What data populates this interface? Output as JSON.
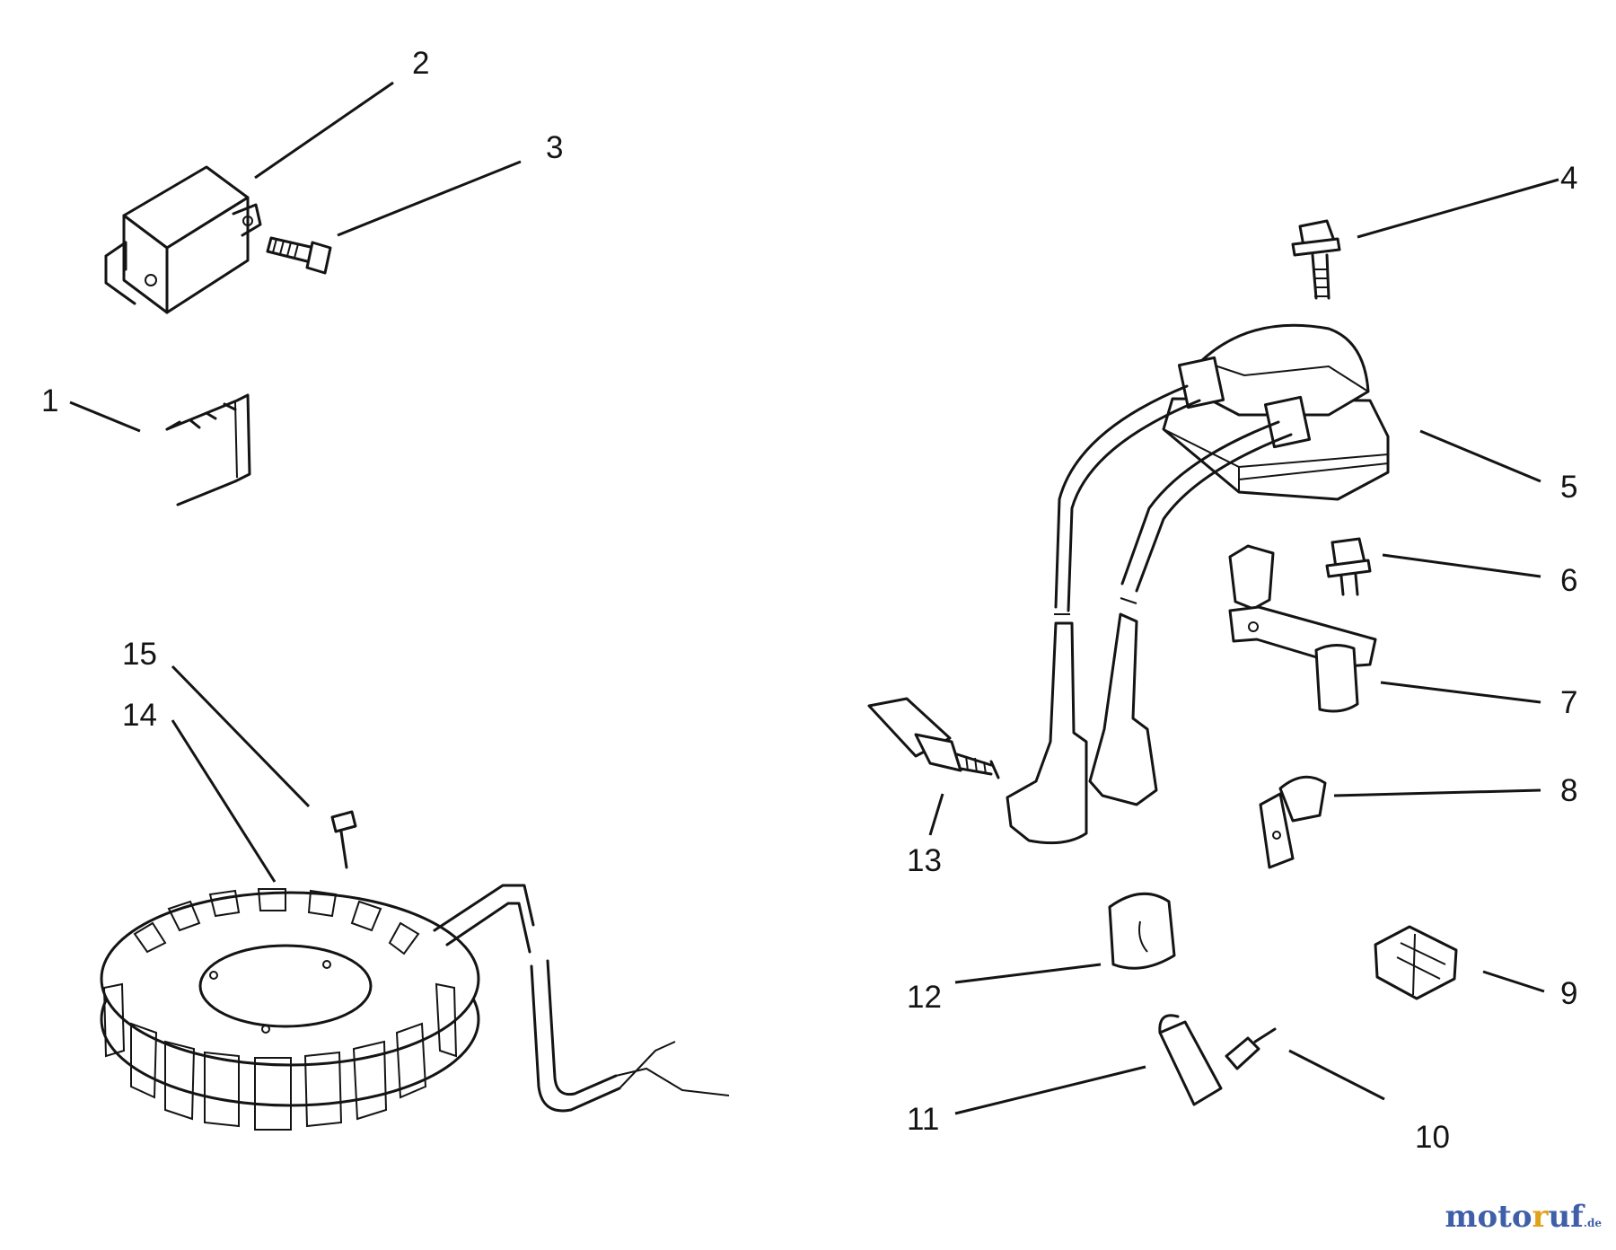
{
  "callouts": [
    "1",
    "2",
    "3",
    "4",
    "5",
    "6",
    "7",
    "8",
    "9",
    "10",
    "11",
    "12",
    "13",
    "14",
    "15"
  ],
  "watermark": {
    "name_a": "moto",
    "name_b": "r",
    "name_c": "uf",
    "tld": ".de"
  }
}
